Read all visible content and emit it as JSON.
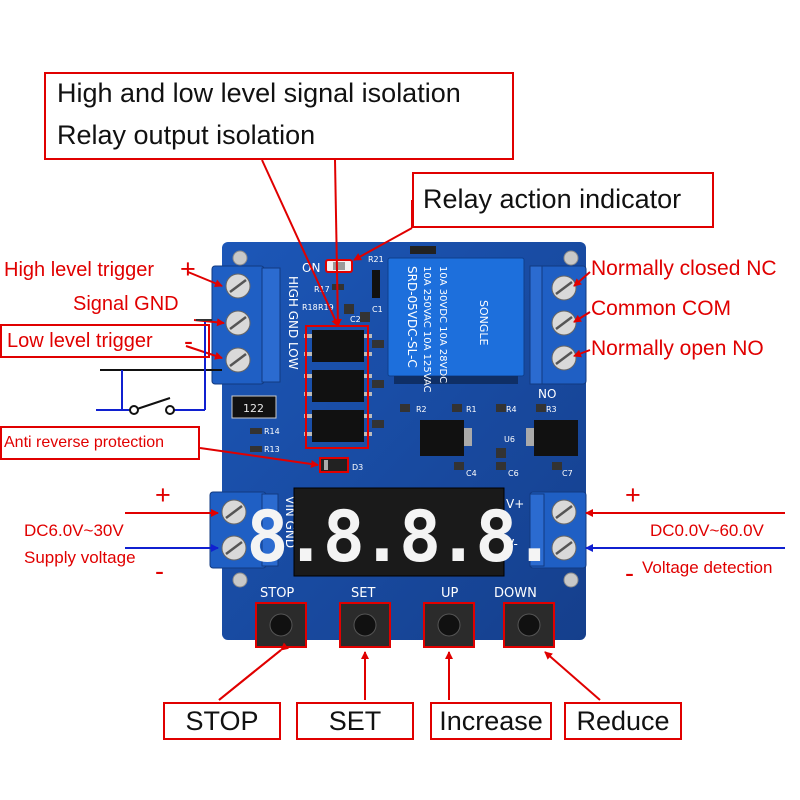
{
  "callouts": {
    "isolation_1": "High and low level signal isolation",
    "isolation_2": "Relay output isolation",
    "relay_indicator": "Relay action indicator",
    "high_trigger": "High level trigger",
    "high_trigger_sign": "+",
    "signal_gnd": "Signal GND",
    "low_trigger": "Low level trigger",
    "low_trigger_sign": "-",
    "anti_reverse": "Anti reverse protection",
    "normally_closed": "Normally closed NC",
    "common": "Common COM",
    "normally_open": "Normally open NO",
    "supply_plus": "+",
    "supply_range": "DC6.0V~30V",
    "supply_label": "Supply voltage",
    "supply_minus": "-",
    "detect_plus": "+",
    "detect_range": "DC0.0V~60.0V",
    "detect_label": "Voltage detection",
    "detect_minus": "-"
  },
  "buttons": {
    "stop": "STOP",
    "set": "SET",
    "increase": "Increase",
    "reduce": "Reduce"
  },
  "board": {
    "on_label": "ON",
    "input_terminal": [
      "HIGH",
      "GND",
      "LOW"
    ],
    "power_terminal": [
      "VIN",
      "GND"
    ],
    "detect_terminal": [
      "V+",
      "V-"
    ],
    "key_labels": [
      "STOP",
      "SET",
      "UP",
      "DOWN"
    ],
    "relay_model": "SRD-05VDC-SL-C",
    "relay_ratings": [
      "10A 250VAC  10A 125VAC",
      "10A 30VDC  10A 28VDC"
    ],
    "relay_brand": "SONGLE",
    "nc_no_label": "NO",
    "display_digits": "8.8.8.8.",
    "resistor_code": "122",
    "part_labels": [
      "R21",
      "R17",
      "R18",
      "R19",
      "C2",
      "C1",
      "R14",
      "R13",
      "D3",
      "R2",
      "R1",
      "R4",
      "R3",
      "U6",
      "C4",
      "C6",
      "C7"
    ]
  },
  "colors": {
    "pcb": "#1a4fa8",
    "terminal": "#1f5fc4",
    "callout": "#e00000",
    "signal_arrow": "#1020d0"
  }
}
